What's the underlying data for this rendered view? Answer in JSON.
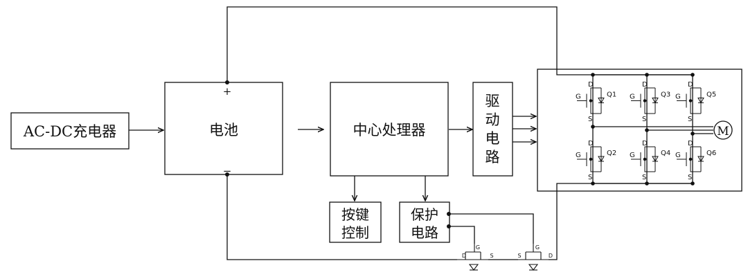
{
  "blocks": {
    "charger": "AC-DC充电器",
    "battery": "电池",
    "battery_plus": "+",
    "battery_minus": "−",
    "cpu": "中心处理器",
    "driver": [
      "驱",
      "动",
      "电",
      "路"
    ],
    "keys": [
      "按键",
      "控制"
    ],
    "protect": [
      "保护",
      "电路"
    ]
  },
  "bridge": {
    "switches": [
      "Q1",
      "Q3",
      "Q5",
      "Q2",
      "Q4",
      "Q6"
    ],
    "gate_label": "G",
    "drain_label": "D",
    "source_label": "S",
    "motor": "M"
  },
  "protection_fets": [
    {
      "labels": [
        "D",
        "G",
        "S"
      ]
    },
    {
      "labels": [
        "S",
        "G",
        "D"
      ]
    }
  ]
}
